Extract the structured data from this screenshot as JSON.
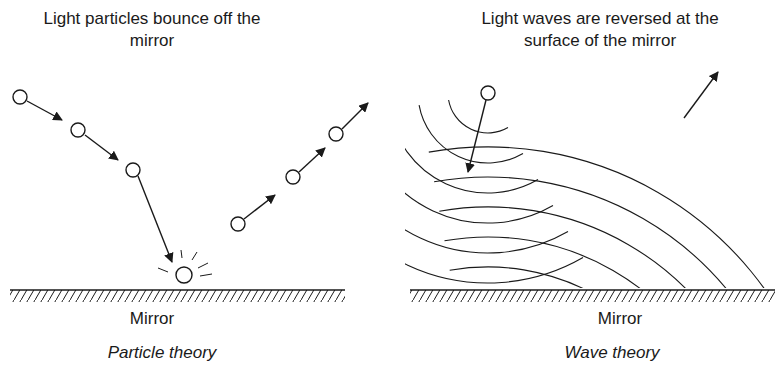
{
  "diagram": {
    "labels": [
      "Light particles bounce off the mirror",
      "Light waves are reversed at the surface of the mirror",
      "Mirror",
      "Mirror",
      "Particle theory",
      "Wave theory"
    ]
  }
}
